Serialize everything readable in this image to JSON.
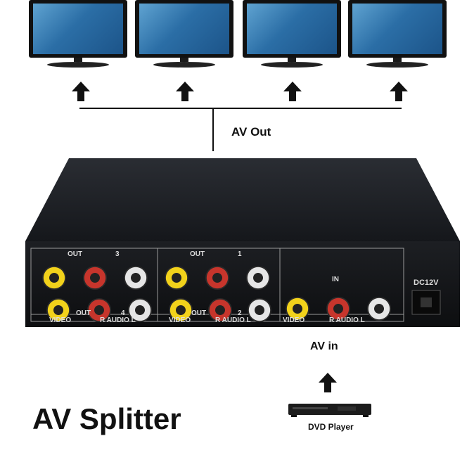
{
  "labels": {
    "av_out": "AV Out",
    "av_in": "AV in",
    "title": "AV Splitter",
    "dvd_player": "DVD Player",
    "dc12v": "DC12V",
    "out": "OUT",
    "in": "IN",
    "out_1": "1",
    "out_2": "2",
    "out_3": "3",
    "out_4": "4",
    "video": "VIDEO",
    "audio": "R  AUDIO  L"
  },
  "colors": {
    "video_jack": "#f2d21b",
    "audio_r_jack": "#c7352c",
    "audio_l_jack": "#e6e6e6",
    "device_body": "#1a1c20",
    "arrow": "#111111"
  },
  "icons": [
    "tv-icon",
    "arrow-up-icon",
    "dvd-player-icon"
  ]
}
